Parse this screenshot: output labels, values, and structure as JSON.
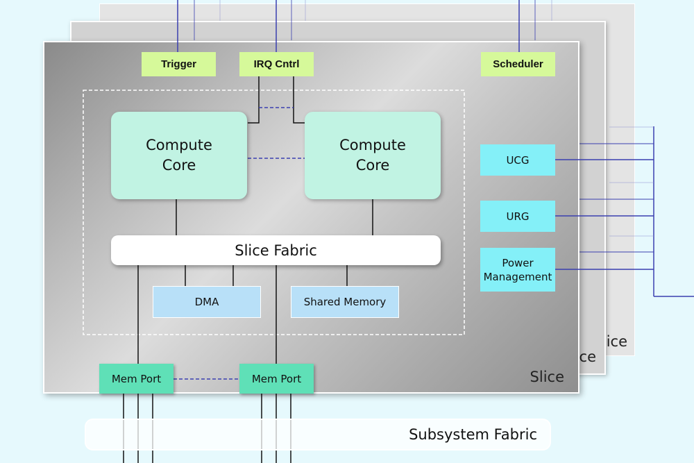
{
  "slices": {
    "back2_label": "Slice",
    "back1_label": "Slice",
    "main_label": "Slice"
  },
  "top_blocks": {
    "trigger": "Trigger",
    "irq": "IRQ Cntrl",
    "scheduler": "Scheduler"
  },
  "cores": [
    {
      "line1": "Compute",
      "line2": "Core"
    },
    {
      "line1": "Compute",
      "line2": "Core"
    }
  ],
  "slice_fabric": "Slice Fabric",
  "dma": "DMA",
  "shared_memory": "Shared Memory",
  "side_blocks": {
    "ucg": "UCG",
    "urg": "URG",
    "power_line1": "Power",
    "power_line2": "Management"
  },
  "mem_ports": [
    "Mem Port",
    "Mem Port"
  ],
  "subsystem_fabric": "Subsystem Fabric",
  "colors": {
    "background": "#e6f9fd",
    "control": "#d6f99a",
    "core": "#c1f3e3",
    "side": "#84f0f8",
    "memory": "#b8e0f8",
    "mem_port": "#5fe0b7",
    "wire": "#3a3fb0"
  }
}
